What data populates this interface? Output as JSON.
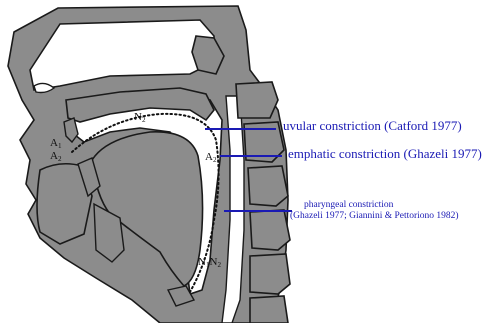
{
  "colors": {
    "tissue": "#8c8c8c",
    "outline": "#1a1a1a",
    "annotation": "#1a1ab4",
    "background": "#ffffff"
  },
  "labels": {
    "uvular": "uvular constriction (Catford 1977)",
    "emphatic": "emphatic constriction (Ghazeli 1977)",
    "pharyngeal_line1": "pharyngeal constriction",
    "pharyngeal_line2": "(Ghazeli 1977; Giannini & Pettoriono 1982)"
  },
  "points": {
    "a1": {
      "letter": "A",
      "index": "1"
    },
    "a2_front": {
      "letter": "A",
      "index": "2"
    },
    "a2_back": {
      "letter": "A",
      "index": "2"
    },
    "n2_top": {
      "letter": "N",
      "index": "2"
    },
    "n1n2": {
      "letter1": "N",
      "index1": "1",
      "letter2": "N",
      "index2": "2"
    }
  }
}
